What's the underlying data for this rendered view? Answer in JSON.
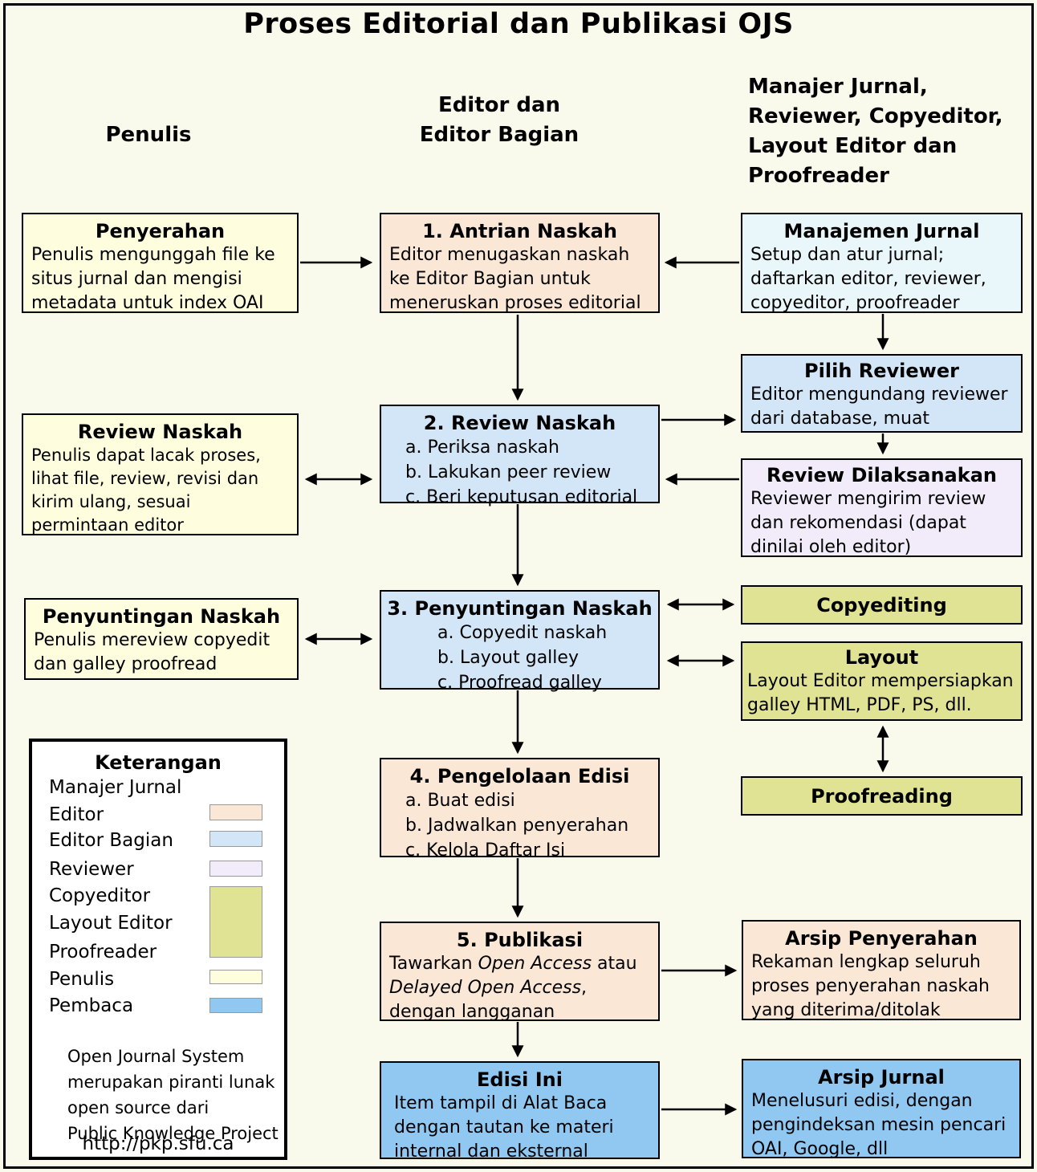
{
  "title": "Proses Editorial dan Publikasi OJS",
  "column_headers": {
    "penulis": "Penulis",
    "editor": "Editor dan\nEditor Bagian",
    "others": "Manajer Jurnal,\nReviewer, Copyeditor,\nLayout Editor dan\nProofreader"
  },
  "boxes": {
    "penyerahan": {
      "title": "Penyerahan",
      "body": "Penulis mengunggah file ke\nsitus jurnal dan mengisi\nmetadata untuk index OAI"
    },
    "review_naskah_penulis": {
      "title": "Review Naskah",
      "body": "Penulis dapat lacak proses,\nlihat file, review, revisi dan\nkirim ulang, sesuai\npermintaan editor"
    },
    "penyuntingan_naskah_penulis": {
      "title": "Penyuntingan Naskah",
      "body": "Penulis mereview copyedit\ndan galley proofread"
    },
    "antrian_naskah": {
      "title": "1. Antrian Naskah",
      "body": "Editor menugaskan naskah\nke Editor Bagian untuk\nmeneruskan proses editorial"
    },
    "review_naskah": {
      "title": "2. Review Naskah",
      "items": "a. Periksa naskah\nb. Lakukan peer review\nc. Beri keputusan editorial"
    },
    "penyuntingan_naskah": {
      "title": "3. Penyuntingan Naskah",
      "items": "a. Copyedit naskah\nb. Layout galley\nc. Proofread galley"
    },
    "pengelolaan_edisi": {
      "title": "4. Pengelolaan Edisi",
      "items": "a. Buat edisi\nb. Jadwalkan penyerahan\nc. Kelola Daftar Isi"
    },
    "publikasi": {
      "title": "5. Publikasi",
      "body_segments": [
        {
          "text": "Tawarkan ",
          "italic": false
        },
        {
          "text": "Open Access",
          "italic": true
        },
        {
          "text": " atau\n",
          "italic": false
        },
        {
          "text": "Delayed Open Access",
          "italic": true
        },
        {
          "text": ",\ndengan langganan",
          "italic": false
        }
      ]
    },
    "edisi_ini": {
      "title": "Edisi Ini",
      "body": "Item tampil di Alat Baca\ndengan tautan ke materi\ninternal dan eksternal"
    },
    "manajemen_jurnal": {
      "title": "Manajemen Jurnal",
      "body": "Setup dan atur jurnal;\ndaftarkan editor, reviewer,\ncopyeditor, proofreader"
    },
    "pilih_reviewer": {
      "title": "Pilih Reviewer",
      "body": "Editor mengundang reviewer\ndari database, muat"
    },
    "review_dilaksanakan": {
      "title": "Review Dilaksanakan",
      "body": "Reviewer mengirim review\ndan rekomendasi (dapat\ndinilai oleh editor)"
    },
    "copyediting": {
      "title": "Copyediting"
    },
    "layout": {
      "title": "Layout",
      "body": "Layout Editor mempersiapkan\ngalley HTML, PDF, PS, dll."
    },
    "proofreading": {
      "title": "Proofreading"
    },
    "arsip_penyerahan": {
      "title": "Arsip Penyerahan",
      "body": "Rekaman lengkap seluruh\nproses penyerahan naskah\nyang diterima/ditolak"
    },
    "arsip_jurnal": {
      "title": "Arsip Jurnal",
      "body": "Menelusuri edisi, dengan\npengindeksan mesin pencari\nOAI, Google, dll"
    }
  },
  "legend": {
    "title": "Keterangan",
    "rows": [
      "Manajer Jurnal",
      "Editor",
      "Editor Bagian",
      "Reviewer",
      "Copyeditor",
      "Layout Editor",
      "Proofreader",
      "Penulis",
      "Pembaca"
    ],
    "footer": "Open Journal System\nmerupakan piranti lunak\nopen source dari\nPublic Knowledge Project",
    "url": "http://pkp.sfu.ca"
  },
  "colors": {
    "background": "#FAFAEC",
    "penulis": "#FEFEDF",
    "editor": "#FAE7D6",
    "editor_bagian": "#D3E6F7",
    "manajer_jurnal": "#E9F6FA",
    "reviewer": "#F2EBFA",
    "copyeditor_layout_proofreader": "#E1E394",
    "pembaca": "#90C8F2"
  }
}
